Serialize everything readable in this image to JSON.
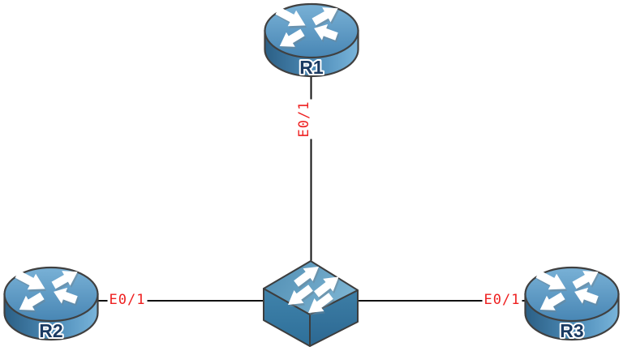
{
  "diagram": {
    "background_color": "#ffffff",
    "link_color": "#111111",
    "interface_label_color": "#ee2020",
    "node_label_color": "#1a3a62",
    "router_fill_color": "#4e8db9",
    "switch_fill_color": "#4f8cb1",
    "nodes": [
      {
        "id": "R1",
        "type": "router",
        "icon": "router-icon",
        "label": "R1"
      },
      {
        "id": "R2",
        "type": "router",
        "icon": "router-icon",
        "label": "R2"
      },
      {
        "id": "R3",
        "type": "router",
        "icon": "router-icon",
        "label": "R3"
      },
      {
        "id": "SW",
        "type": "switch",
        "icon": "switch-icon",
        "label": ""
      }
    ],
    "links": [
      {
        "from": "R1",
        "to": "SW",
        "label": "E0/1"
      },
      {
        "from": "R2",
        "to": "SW",
        "label": "E0/1"
      },
      {
        "from": "R3",
        "to": "SW",
        "label": "E0/1"
      }
    ]
  }
}
